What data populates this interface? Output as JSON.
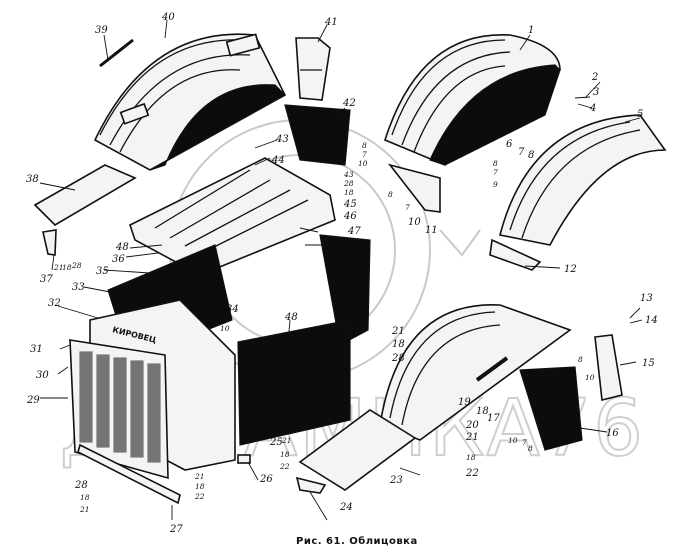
{
  "caption": "Рис. 61. Облицовка",
  "watermark": "ДИНАМИКА76",
  "callouts": [
    {
      "id": "c1",
      "text": "1"
    },
    {
      "id": "c2",
      "text": "2"
    },
    {
      "id": "c3",
      "text": "3"
    },
    {
      "id": "c4",
      "text": "4"
    },
    {
      "id": "c5",
      "text": "5"
    },
    {
      "id": "c6",
      "text": "6"
    },
    {
      "id": "c7a",
      "text": "7"
    },
    {
      "id": "c8a",
      "text": "8"
    },
    {
      "id": "c8b",
      "text": "8"
    },
    {
      "id": "c7b",
      "text": "7"
    },
    {
      "id": "c10a",
      "text": "10"
    },
    {
      "id": "c8c",
      "text": "8"
    },
    {
      "id": "c7c",
      "text": "7"
    },
    {
      "id": "c9",
      "text": "9"
    },
    {
      "id": "c8d",
      "text": "8"
    },
    {
      "id": "c7d",
      "text": "7"
    },
    {
      "id": "c10b",
      "text": "10"
    },
    {
      "id": "c11",
      "text": "11"
    },
    {
      "id": "c12",
      "text": "12"
    },
    {
      "id": "c13",
      "text": "13"
    },
    {
      "id": "c14",
      "text": "14"
    },
    {
      "id": "c15",
      "text": "15"
    },
    {
      "id": "c8e",
      "text": "8"
    },
    {
      "id": "c10c",
      "text": "10"
    },
    {
      "id": "c16",
      "text": "16"
    },
    {
      "id": "c10d",
      "text": "10"
    },
    {
      "id": "c7e",
      "text": "7"
    },
    {
      "id": "c8f",
      "text": "8"
    },
    {
      "id": "c17",
      "text": "17"
    },
    {
      "id": "c18a",
      "text": "18"
    },
    {
      "id": "c19",
      "text": "19"
    },
    {
      "id": "c20",
      "text": "20"
    },
    {
      "id": "c21a",
      "text": "21"
    },
    {
      "id": "c18b",
      "text": "18"
    },
    {
      "id": "c22a",
      "text": "22"
    },
    {
      "id": "c21b",
      "text": "21"
    },
    {
      "id": "c18c",
      "text": "18"
    },
    {
      "id": "c28a",
      "text": "28"
    },
    {
      "id": "c23",
      "text": "23"
    },
    {
      "id": "c24",
      "text": "24"
    },
    {
      "id": "c25",
      "text": "25"
    },
    {
      "id": "c26",
      "text": "26"
    },
    {
      "id": "c21c",
      "text": "21"
    },
    {
      "id": "c18d",
      "text": "18"
    },
    {
      "id": "c22b",
      "text": "22"
    },
    {
      "id": "c21d",
      "text": "21"
    },
    {
      "id": "c18e",
      "text": "18"
    },
    {
      "id": "c22c",
      "text": "22"
    },
    {
      "id": "c27",
      "text": "27"
    },
    {
      "id": "c28b",
      "text": "28"
    },
    {
      "id": "c18f",
      "text": "18"
    },
    {
      "id": "c21e",
      "text": "21"
    },
    {
      "id": "c29",
      "text": "29"
    },
    {
      "id": "c30",
      "text": "30"
    },
    {
      "id": "c31",
      "text": "31"
    },
    {
      "id": "c32",
      "text": "32"
    },
    {
      "id": "c33",
      "text": "33"
    },
    {
      "id": "c34",
      "text": "34"
    },
    {
      "id": "c10e",
      "text": "10"
    },
    {
      "id": "c35",
      "text": "35"
    },
    {
      "id": "c36",
      "text": "36"
    },
    {
      "id": "c48a",
      "text": "48"
    },
    {
      "id": "c37",
      "text": "37"
    },
    {
      "id": "c21f",
      "text": "21"
    },
    {
      "id": "c18g",
      "text": "18"
    },
    {
      "id": "c28c",
      "text": "28"
    },
    {
      "id": "c38",
      "text": "38"
    },
    {
      "id": "c39",
      "text": "39"
    },
    {
      "id": "c40",
      "text": "40"
    },
    {
      "id": "c41",
      "text": "41"
    },
    {
      "id": "c42",
      "text": "42"
    },
    {
      "id": "c43a",
      "text": "43"
    },
    {
      "id": "c44",
      "text": "44"
    },
    {
      "id": "c43b",
      "text": "43"
    },
    {
      "id": "c28d",
      "text": "28"
    },
    {
      "id": "c18h",
      "text": "18"
    },
    {
      "id": "c45",
      "text": "45"
    },
    {
      "id": "c46",
      "text": "46"
    },
    {
      "id": "c47",
      "text": "47"
    },
    {
      "id": "c48b",
      "text": "48"
    }
  ],
  "grille_badge": "КИРОВЕЦ"
}
